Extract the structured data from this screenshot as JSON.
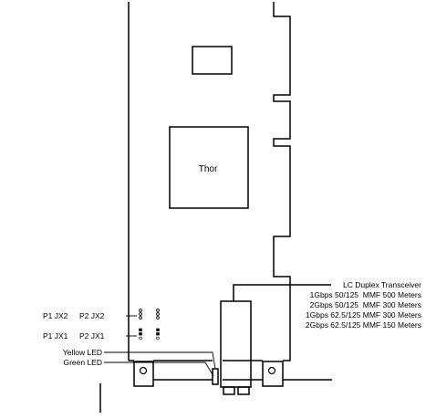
{
  "diagram": {
    "chip_label": "Thor",
    "jumpers": {
      "p1_jx2": "P1 JX2",
      "p2_jx2": "P2 JX2",
      "p1_jx1": "P1 JX1",
      "p2_jx1": "P2 JX1"
    },
    "leds": {
      "yellow": "Yellow LED",
      "green": "Green LED"
    },
    "transceiver": {
      "title": "LC Duplex Transceiver",
      "specs": [
        "1Gbps 50/125  MMF 500 Meters",
        "2Gbps 50/125  MMF 300 Meters",
        "1Gbps 62.5/125 MMF 300 Meters",
        "2Gbps 62.5/125 MMF 150 Meters"
      ]
    }
  }
}
